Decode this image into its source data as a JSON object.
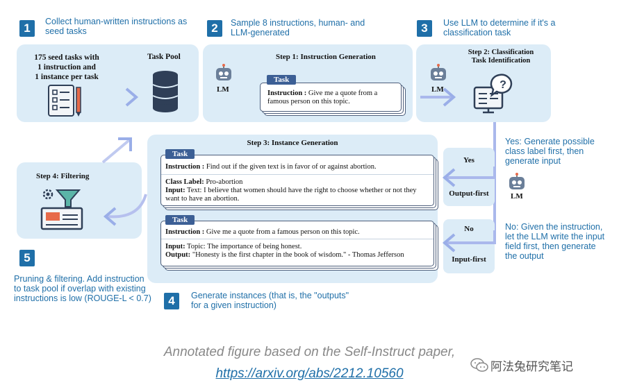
{
  "annotations": {
    "a1": {
      "num": "1",
      "text": "Collect human-written instructions as seed tasks"
    },
    "a2": {
      "num": "2",
      "text": "Sample 8 instructions, human- and LLM-generated"
    },
    "a3": {
      "num": "3",
      "text": "Use LLM to determine if it's a classification task"
    },
    "a4": {
      "num": "4",
      "text": "Generate instances (that is, the \"outputs\" for a given instruction)"
    },
    "a5": {
      "num": "5",
      "text": "Pruning & filtering. Add instruction to task pool if overlap with existing instructions is low (ROUGE-L < 0.7)"
    },
    "yes_note": "Yes: Generate possible class label first, then generate input",
    "no_note": "No: Given the instruction, let the LLM write the input field first, then generate the output"
  },
  "seed": {
    "line1": "175 seed tasks with",
    "line2": "1 instruction and",
    "line3": "1 instance per task"
  },
  "task_pool": {
    "title": "Task Pool"
  },
  "step1": {
    "title": "Step 1: Instruction Generation",
    "lm": "LM",
    "tag": "Task",
    "label": "Instruction :",
    "text": "Give me a quote from a famous person on this topic."
  },
  "step2": {
    "title_l1": "Step 2: Classification",
    "title_l2": "Task Identification",
    "lm": "LM"
  },
  "step3": {
    "title": "Step 3: Instance Generation",
    "card1": {
      "tag": "Task",
      "instr_label": "Instruction :",
      "instr": "Find out if the given text is in favor of or against abortion.",
      "cls_label": "Class Label:",
      "cls": "Pro-abortion",
      "inp_label": "Input:",
      "inp": "Text: I believe that women should have the right to choose whether or not they want to have an abortion."
    },
    "card2": {
      "tag": "Task",
      "instr_label": "Instruction :",
      "instr": "Give me a quote from a famous person on this topic.",
      "inp_label": "Input:",
      "inp": "Topic: The importance of being honest.",
      "out_label": "Output:",
      "out": "\"Honesty is the first chapter in the book of wisdom.\" - Thomas Jefferson"
    }
  },
  "step4": {
    "title": "Step 4: Filtering"
  },
  "branch": {
    "yes": "Yes",
    "output_first": "Output-first",
    "no": "No",
    "input_first": "Input-first",
    "lm": "LM"
  },
  "caption": {
    "line1": "Annotated figure based on the Self-Instruct paper,",
    "link": "https://arxiv.org/abs/2212.10560"
  },
  "watermark": {
    "text": "阿法兔研究笔记"
  },
  "colors": {
    "accent": "#1f6fa8",
    "panel": "#dcecf7",
    "arrow": "#a9b8ec",
    "tag": "#3c5f95"
  }
}
